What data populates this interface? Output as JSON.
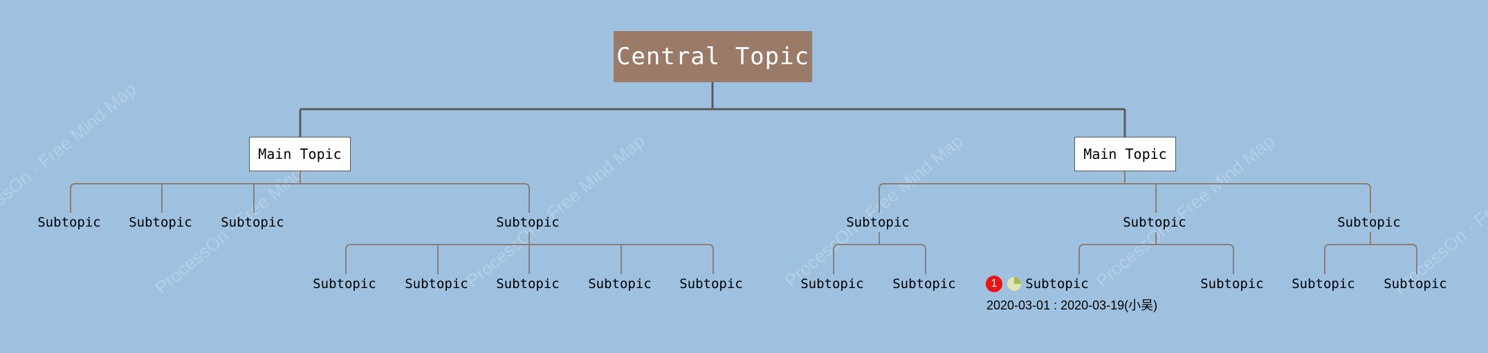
{
  "colors": {
    "background": "#9fc1e0",
    "central_fill": "#9a7b68",
    "main_line": "#5a5a5a",
    "sub_line": "#8a7e76"
  },
  "central": {
    "label": "Central Topic"
  },
  "main_left": {
    "label": "Main Topic",
    "subtopics": [
      "Subtopic",
      "Subtopic",
      "Subtopic",
      "Subtopic"
    ],
    "expanded_children": [
      "Subtopic",
      "Subtopic",
      "Subtopic",
      "Subtopic",
      "Subtopic"
    ]
  },
  "main_right": {
    "label": "Main Topic",
    "subtopics": [
      "Subtopic",
      "Subtopic",
      "Subtopic"
    ],
    "sub1_children": [
      "Subtopic",
      "Subtopic"
    ],
    "sub2_children": [
      "Subtopic",
      "Subtopic"
    ],
    "sub3_children": [
      "Subtopic",
      "Subtopic"
    ]
  },
  "task": {
    "priority": "1",
    "priority_icon": "priority-1-icon",
    "progress_icon": "progress-pie-icon",
    "progress_fraction": 0.25,
    "dates": "2020-03-01 : 2020-03-19(小吴)"
  },
  "watermark": "ProcessOn · Free Mind Map"
}
